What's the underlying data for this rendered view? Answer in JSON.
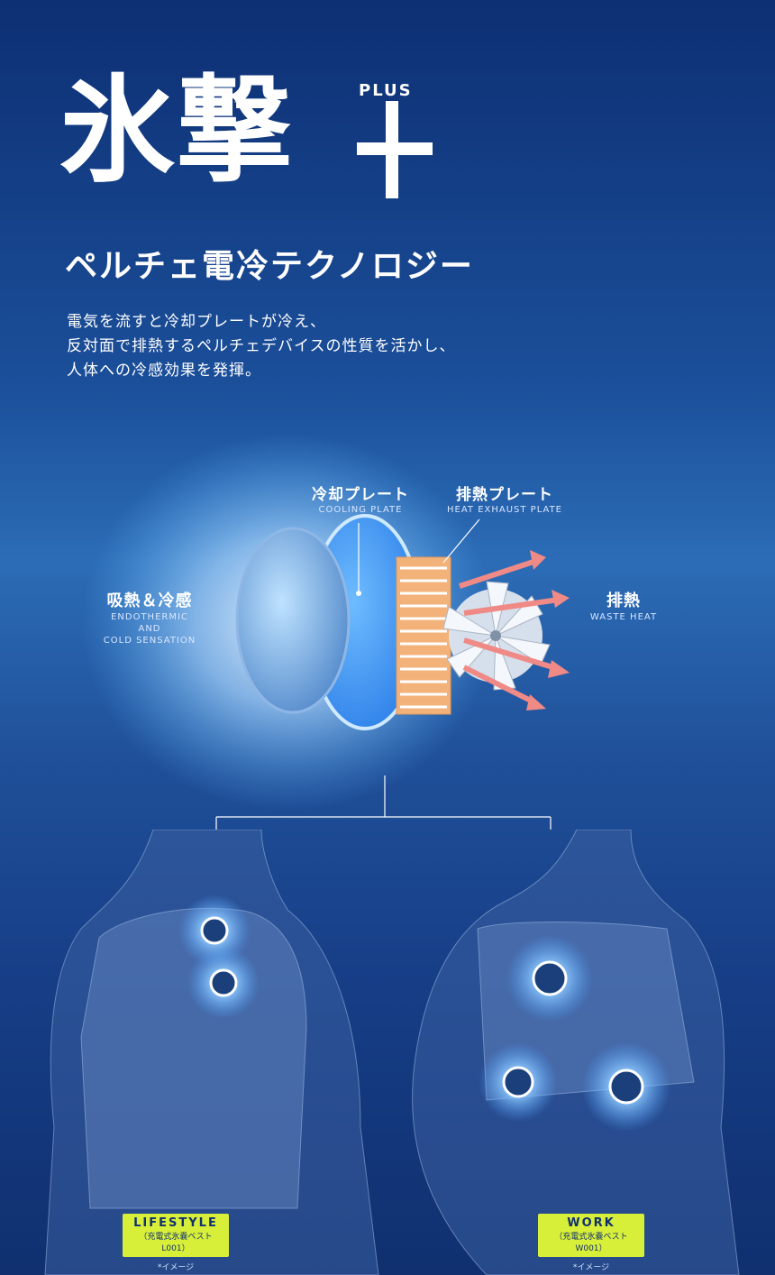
{
  "brand": {
    "main": "氷撃",
    "plus_word": "PLUS"
  },
  "headline": "ペルチェ電冷テクノロジー",
  "description": [
    "電気を流すと冷却プレートが冷え、",
    "反対面で排熱するペルチェデバイスの性質を活かし、",
    "人体への冷感効果を発揮。"
  ],
  "diagram": {
    "cooling_plate": {
      "ja": "冷却プレート",
      "en": "COOLING PLATE"
    },
    "exhaust_plate": {
      "ja": "排熱プレート",
      "en": "HEAT EXHAUST PLATE"
    },
    "endothermic": {
      "ja": "吸熱＆冷感",
      "en": [
        "ENDOTHERMIC",
        "AND",
        "COLD SENSATION"
      ]
    },
    "waste_heat": {
      "ja": "排熱",
      "en": "WASTE HEAT"
    }
  },
  "products": [
    {
      "name": "LIFESTYLE",
      "model": "（充電式氷嚢ベストL001）",
      "note": "*イメージ"
    },
    {
      "name": "WORK",
      "model": "（充電式氷嚢ベストW001）",
      "note": "*イメージ"
    }
  ],
  "colors": {
    "badge": "#d8ef3a",
    "cool_glow": "#5ab8ff",
    "heat_arrow": "#f08a86",
    "copper": "#f2b27a"
  }
}
